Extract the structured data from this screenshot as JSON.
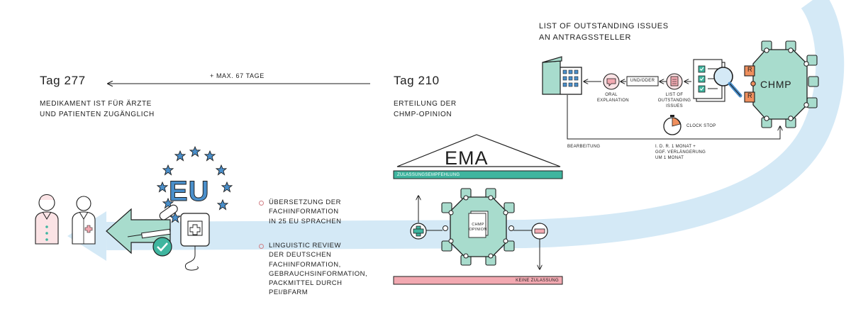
{
  "top_right": {
    "heading_line1": "LIST OF OUTSTANDING ISSUES",
    "heading_line2": "AN ANTRAGSSTELLER"
  },
  "tag277": {
    "title": "Tag 277",
    "desc_line1": "MEDIKAMENT IST FÜR ÄRZTE",
    "desc_line2": "UND PATIENTEN ZUGÄNGLICH"
  },
  "timeline": {
    "label": "+ MAX. 67 TAGE"
  },
  "tag210": {
    "title": "Tag 210",
    "desc_line1": "ERTEILUNG DER",
    "desc_line2": "CHMP-OPINION"
  },
  "process": {
    "oral_line1": "ORAL",
    "oral_line2": "EXPLANATION",
    "und_oder": "UND/ODER",
    "loi_line1": "LIST OF",
    "loi_line2": "OUTSTANDING",
    "loi_line3": "ISSUES",
    "chmp": "CHMP",
    "clock_stop": "CLOCK STOP",
    "bearbeitung": "BEARBEITUNG",
    "monat_line1": "I. D. R. 1 MONAT +",
    "monat_line2": "GGF. VERLÄNGERUNG",
    "monat_line3": "UM 1 MONAT",
    "r_badge": "R"
  },
  "ema": {
    "title": "EMA",
    "zulassung": "ZULASSUNGSEMPFEHLUNG",
    "keine": "KEINE ZULASSUNG",
    "opinion_line1": "CHMP",
    "opinion_line2": "OPINION"
  },
  "eu": {
    "label": "EU"
  },
  "bullets": {
    "b1_line1": "ÜBERSETZUNG DER",
    "b1_line2": "FACHINFORMATION",
    "b1_line3": "IN 25 EU SPRACHEN",
    "b2_line1": "LINGUISTIC REVIEW",
    "b2_line2": "DER DEUTSCHEN",
    "b2_line3": "FACHINFORMATION,",
    "b2_line4": "GEBRAUCHSINFORMATION,",
    "b2_line5": "PACKMITTEL DURCH",
    "b2_line6": "PEI/BFARM"
  },
  "colors": {
    "teal": "#3fb59f",
    "teal_light": "#a8dccd",
    "pink": "#f2a9b1",
    "pink_light": "#fbe3e5",
    "blue_band": "#d4e9f6",
    "blue_star": "#4a8fcb",
    "orange": "#ef8f5d",
    "stroke": "#1e1e1e"
  }
}
